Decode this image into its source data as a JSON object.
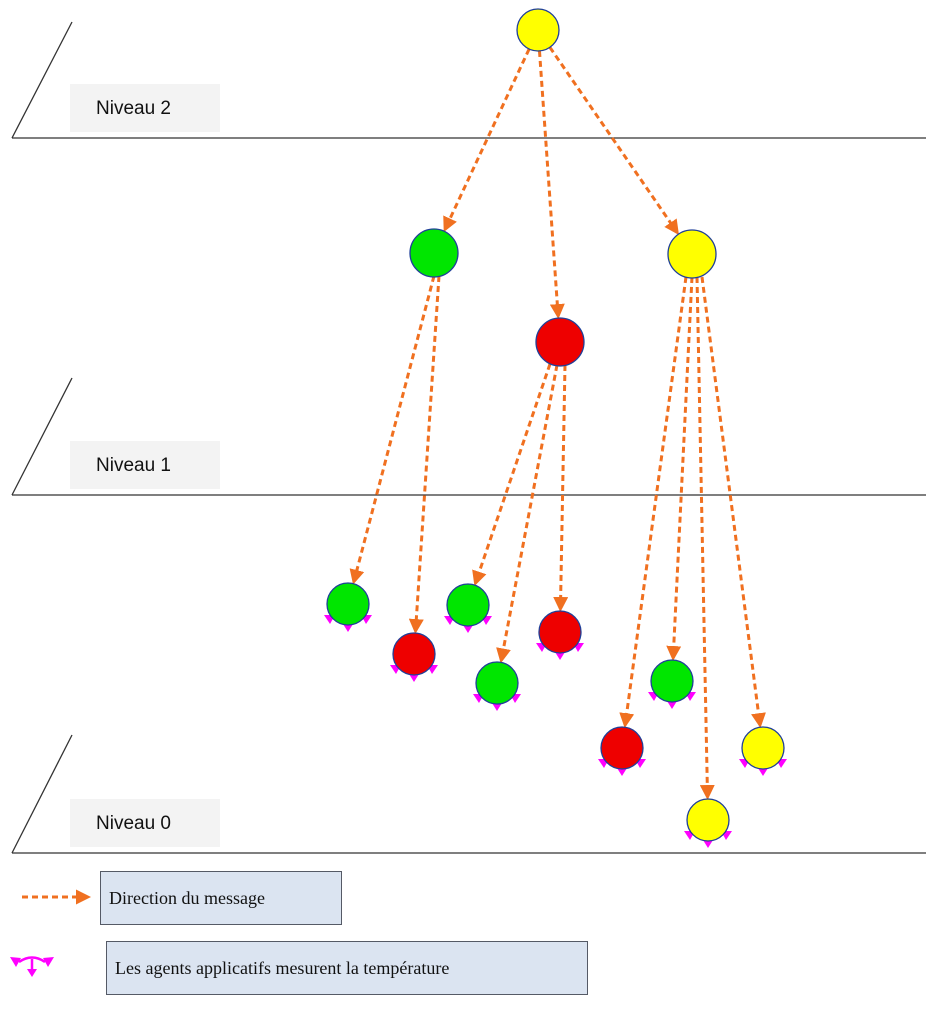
{
  "levels": [
    {
      "id": "2",
      "label": "Niveau 2"
    },
    {
      "id": "1",
      "label": "Niveau 1"
    },
    {
      "id": "0",
      "label": "Niveau 0"
    }
  ],
  "colors": {
    "yellow": "#ffff00",
    "green": "#00e600",
    "red": "#ee0000",
    "arrow": "#f07020",
    "sensor": "#ff00ff",
    "level_line": "#333333"
  },
  "nodes": [
    {
      "id": "root",
      "color": "yellow",
      "level": "2",
      "sensor": false
    },
    {
      "id": "n1-green",
      "color": "green",
      "level": "1",
      "sensor": false
    },
    {
      "id": "n1-red",
      "color": "red",
      "level": "1",
      "sensor": false
    },
    {
      "id": "n1-yellow",
      "color": "yellow",
      "level": "1",
      "sensor": false
    },
    {
      "id": "l0-green-a",
      "color": "green",
      "level": "0",
      "sensor": true
    },
    {
      "id": "l0-red-a",
      "color": "red",
      "level": "0",
      "sensor": true
    },
    {
      "id": "l0-green-b",
      "color": "green",
      "level": "0",
      "sensor": true
    },
    {
      "id": "l0-green-c",
      "color": "green",
      "level": "0",
      "sensor": true
    },
    {
      "id": "l0-red-b",
      "color": "red",
      "level": "0",
      "sensor": true
    },
    {
      "id": "l0-green-d",
      "color": "green",
      "level": "0",
      "sensor": true
    },
    {
      "id": "l0-red-c",
      "color": "red",
      "level": "0",
      "sensor": true
    },
    {
      "id": "l0-yellow-a",
      "color": "yellow",
      "level": "0",
      "sensor": true
    },
    {
      "id": "l0-yellow-b",
      "color": "yellow",
      "level": "0",
      "sensor": true
    }
  ],
  "edges": [
    {
      "from": "root",
      "to": "n1-green"
    },
    {
      "from": "root",
      "to": "n1-red"
    },
    {
      "from": "root",
      "to": "n1-yellow"
    },
    {
      "from": "n1-green",
      "to": "l0-green-a"
    },
    {
      "from": "n1-green",
      "to": "l0-red-a"
    },
    {
      "from": "n1-red",
      "to": "l0-green-b"
    },
    {
      "from": "n1-red",
      "to": "l0-green-c"
    },
    {
      "from": "n1-red",
      "to": "l0-red-b"
    },
    {
      "from": "n1-yellow",
      "to": "l0-red-c"
    },
    {
      "from": "n1-yellow",
      "to": "l0-green-d"
    },
    {
      "from": "n1-yellow",
      "to": "l0-yellow-b"
    },
    {
      "from": "n1-yellow",
      "to": "l0-yellow-a"
    }
  ],
  "legend": {
    "message_direction": "Direction du message",
    "temperature_measure": "Les agents applicatifs mesurent la température"
  }
}
